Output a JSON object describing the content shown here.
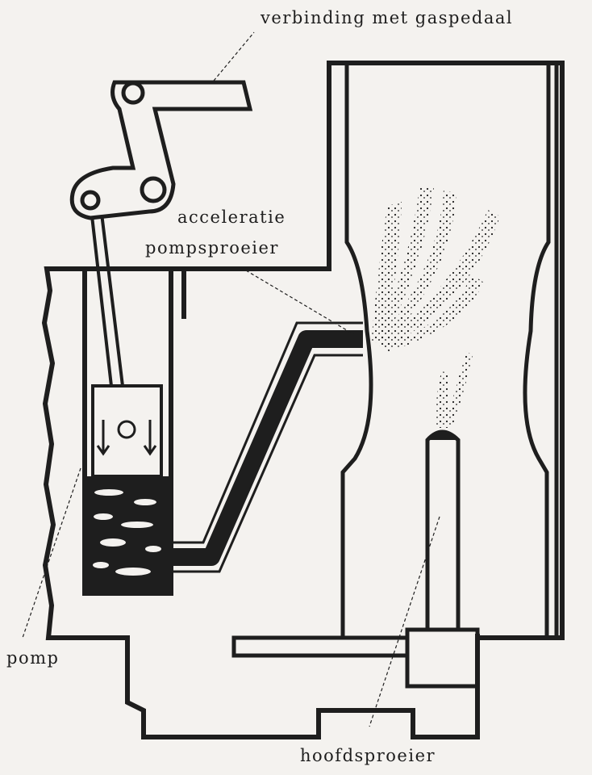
{
  "labels": {
    "gas_pedal": "verbinding met gaspedaal",
    "accel_line1": "acceleratie",
    "accel_line2": "pompsproeier",
    "pump": "pomp",
    "main_jet": "hoofdsproeier"
  },
  "colors": {
    "background": "#f4f2ef",
    "ink": "#1e1e1e",
    "fuel": "#1e1e1e"
  }
}
